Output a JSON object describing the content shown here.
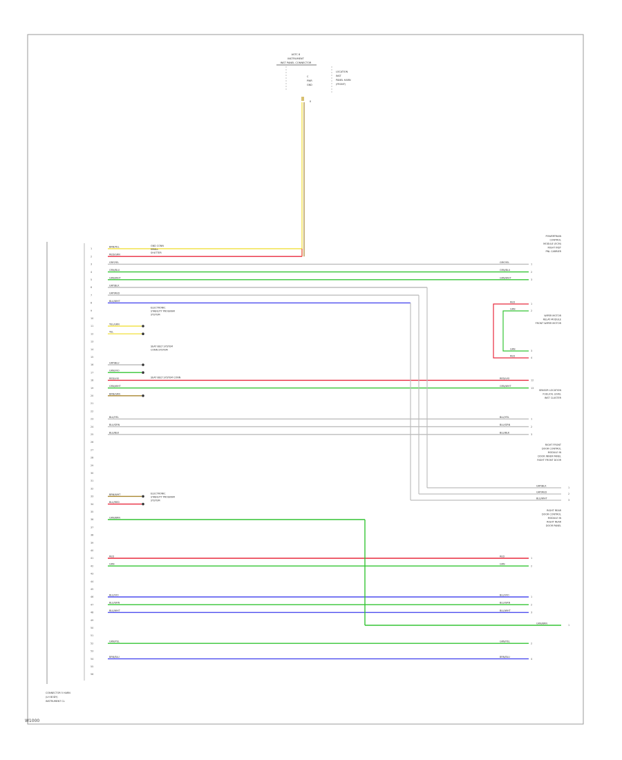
{
  "footer_code": "W1000",
  "colors": {
    "red": "#e8283c",
    "green": "#33c433",
    "blue": "#4a4aee",
    "gray": "#bdbdbd",
    "yellow": "#f2e24a",
    "brown": "#a8862e",
    "frame": "#9a9a9a"
  },
  "top_module": {
    "title_lines": [
      "ASTC 8",
      "INSTRUMENT",
      "INST PANEL CONNECTOR"
    ],
    "side_lines": [
      "LOCATION",
      "INST",
      "PANEL HARN",
      "(FRONT)"
    ],
    "pin_labels": [
      "C",
      "PWR",
      "GND"
    ],
    "pin_number": "8"
  },
  "main_module": {
    "label_lines": [
      "CONNECTOR 5 HARN",
      "(LH BODY)",
      "INSTRUMENT CL"
    ]
  },
  "left_callouts": [
    {
      "row": 0,
      "lines": [
        "GND CONN",
        "SMALL",
        "SHUTTER"
      ]
    },
    {
      "row": 8,
      "lines": [
        "ELECTRONIC",
        "STABILITY PROGRAM",
        "SYSTEM"
      ]
    },
    {
      "row": 13,
      "lines": [
        "SEAT BELT SYSTEM",
        "CONN SYSTEM"
      ]
    },
    {
      "row": 17,
      "lines": [
        "SEAT BELT SYSTEM CONN"
      ]
    },
    {
      "row": 32,
      "lines": [
        "ELECTRONIC",
        "STABILITY PROGRAM",
        "SYSTEM"
      ]
    }
  ],
  "right_labels": [
    {
      "at": 343,
      "lines": [
        "POWERTRAIN",
        "CONTROL",
        "MODULE (ECM)",
        "RIGHT INST",
        "PNL CARRIER"
      ]
    },
    {
      "at": 458,
      "lines": [
        "WIPER MOTOR",
        "RELAY MODULE",
        "FRONT WIPER MOTOR"
      ]
    },
    {
      "at": 566,
      "lines": [
        "SENSOR LOCATION",
        "FUEL/OIL LEVEL",
        "INST CLUSTER"
      ]
    },
    {
      "at": 645,
      "lines": [
        "RIGHT FRONT",
        "DOOR CONTROL",
        "MODULE IN",
        "DOOR INNER PANEL",
        "RIGHT FRONT DOOR"
      ]
    },
    {
      "at": 740,
      "lines": [
        "RIGHT REAR",
        "DOOR CONTROL",
        "MODULE IN",
        "RIGHT REAR",
        "DOOR PANEL"
      ]
    }
  ],
  "pins": [
    "1",
    "2",
    "3",
    "4",
    "5",
    "6",
    "7",
    "8",
    "9",
    "10",
    "11",
    "12",
    "13",
    "14",
    "15",
    "16",
    "17",
    "18",
    "19",
    "20",
    "21",
    "22",
    "23",
    "24",
    "25",
    "26",
    "27",
    "28",
    "29",
    "30",
    "31",
    "32",
    "33",
    "34",
    "35",
    "36",
    "37",
    "38",
    "39",
    "40",
    "41",
    "42",
    "43",
    "44",
    "45",
    "46",
    "47",
    "48",
    "49",
    "50",
    "51",
    "52",
    "53",
    "54",
    "55",
    "56"
  ],
  "wires": [
    {
      "row": 0,
      "label": "BRN/YEL",
      "color": "yellow",
      "dest": "top"
    },
    {
      "row": 1,
      "label": "RED/GRN",
      "color": "red",
      "dest": "top"
    },
    {
      "row": 2,
      "label": "GRY/YEL",
      "color": "gray",
      "dest": "right",
      "rlabel": "GRY/YEL",
      "rpin": "1"
    },
    {
      "row": 3,
      "label": "GRN/BLU",
      "color": "green",
      "dest": "right",
      "rlabel": "GRN/BLU",
      "rpin": "2"
    },
    {
      "row": 4,
      "label": "GRN/WHT",
      "color": "green",
      "dest": "right",
      "rlabel": "GRN/WHT",
      "rpin": "3"
    },
    {
      "row": 5,
      "label": "GRY/BLK",
      "color": "gray",
      "dest": "bus1"
    },
    {
      "row": 6,
      "label": "GRY/RED",
      "color": "gray",
      "dest": "bus2"
    },
    {
      "row": 7,
      "label": "BLU/WHT",
      "color": "blue",
      "dest": "bus3"
    },
    {
      "row": 10,
      "label": "YEL/GRN",
      "color": "yellow",
      "dest": "stub"
    },
    {
      "row": 11,
      "label": "YEL",
      "color": "yellow",
      "dest": "stub"
    },
    {
      "row": 15,
      "label": "GRY/BLU",
      "color": "gray",
      "dest": "stub"
    },
    {
      "row": 16,
      "label": "GRN/VIO",
      "color": "green",
      "dest": "stub"
    },
    {
      "row": 17,
      "label": "RED/VIO",
      "color": "red",
      "dest": "right",
      "rlabel": "RED/VIO",
      "rpin": "12"
    },
    {
      "row": 18,
      "label": "GRN/WHT",
      "color": "green",
      "dest": "right",
      "rlabel": "GRN/WHT",
      "rpin": "13"
    },
    {
      "row": 19,
      "label": "BRN/GRN",
      "color": "brown",
      "dest": "stub"
    },
    {
      "row": 22,
      "label": "BLU/YEL",
      "color": "gray",
      "dest": "right",
      "rlabel": "BLU/YEL",
      "rpin": "1"
    },
    {
      "row": 23,
      "label": "BLU/GRN",
      "color": "gray",
      "dest": "right",
      "rlabel": "BLU/GRN",
      "rpin": "2"
    },
    {
      "row": 24,
      "label": "BLU/BLK",
      "color": "gray",
      "dest": "right",
      "rlabel": "BLU/BLK",
      "rpin": "3"
    },
    {
      "row": 32,
      "label": "BRN/WHT",
      "color": "brown",
      "dest": "stub"
    },
    {
      "row": 33,
      "label": "BLU/RED",
      "color": "red",
      "dest": "stub"
    },
    {
      "row": 35,
      "label": "GRN/BRN",
      "color": "green",
      "dest": "drop"
    },
    {
      "row": 40,
      "label": "RED",
      "color": "red",
      "dest": "right",
      "rlabel": "RED",
      "rpin": "1"
    },
    {
      "row": 41,
      "label": "GRN",
      "color": "green",
      "dest": "right",
      "rlabel": "GRN",
      "rpin": "2"
    },
    {
      "row": 45,
      "label": "BLU/VIO",
      "color": "blue",
      "dest": "right",
      "rlabel": "BLU/VIO",
      "rpin": "1"
    },
    {
      "row": 46,
      "label": "BLU/GRN",
      "color": "green",
      "dest": "right",
      "rlabel": "BLU/GRN",
      "rpin": "2"
    },
    {
      "row": 47,
      "label": "BLU/WHT",
      "color": "blue",
      "dest": "right",
      "rlabel": "BLU/WHT",
      "rpin": "3"
    },
    {
      "row": 51,
      "label": "GRN/YEL",
      "color": "green",
      "dest": "right",
      "rlabel": "GRN/YEL",
      "rpin": "2"
    },
    {
      "row": 53,
      "label": "BRN/BLU",
      "color": "blue",
      "dest": "right",
      "rlabel": "BRN/BLU",
      "rpin": "4"
    }
  ],
  "bus_right": [
    {
      "label": "GRY/BLK",
      "pin": "1"
    },
    {
      "label": "GRY/RED",
      "pin": "2"
    },
    {
      "label": "BLU/WHT",
      "pin": "3"
    }
  ],
  "drop_right": {
    "label": "GRN/BRN",
    "pin": "1"
  },
  "loop_labels": [
    "RED",
    "GRN",
    "GRN",
    "RED"
  ],
  "loop_pins": [
    "1",
    "2",
    "3",
    "4"
  ]
}
